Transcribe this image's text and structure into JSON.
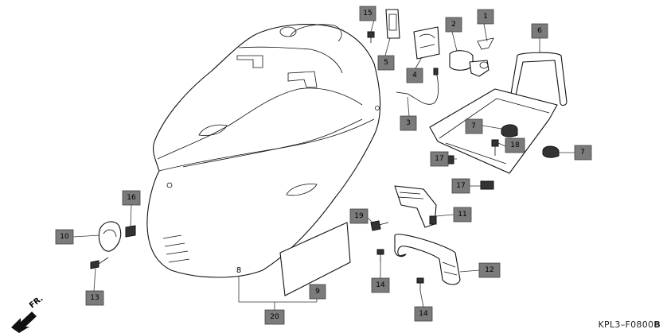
{
  "diagram": {
    "drawing_code": "KPL3–F0800",
    "drawing_code_suffix": "B",
    "direction_label": "FR.",
    "callouts": [
      {
        "n": "1"
      },
      {
        "n": "2"
      },
      {
        "n": "3"
      },
      {
        "n": "4"
      },
      {
        "n": "5"
      },
      {
        "n": "6"
      },
      {
        "n": "7"
      },
      {
        "n": "7"
      },
      {
        "n": "9"
      },
      {
        "n": "10"
      },
      {
        "n": "11"
      },
      {
        "n": "12"
      },
      {
        "n": "13"
      },
      {
        "n": "14"
      },
      {
        "n": "14"
      },
      {
        "n": "15"
      },
      {
        "n": "16"
      },
      {
        "n": "17"
      },
      {
        "n": "17"
      },
      {
        "n": "18"
      },
      {
        "n": "19"
      },
      {
        "n": "20"
      }
    ],
    "plain_labels": [
      {
        "n": "8"
      }
    ]
  }
}
